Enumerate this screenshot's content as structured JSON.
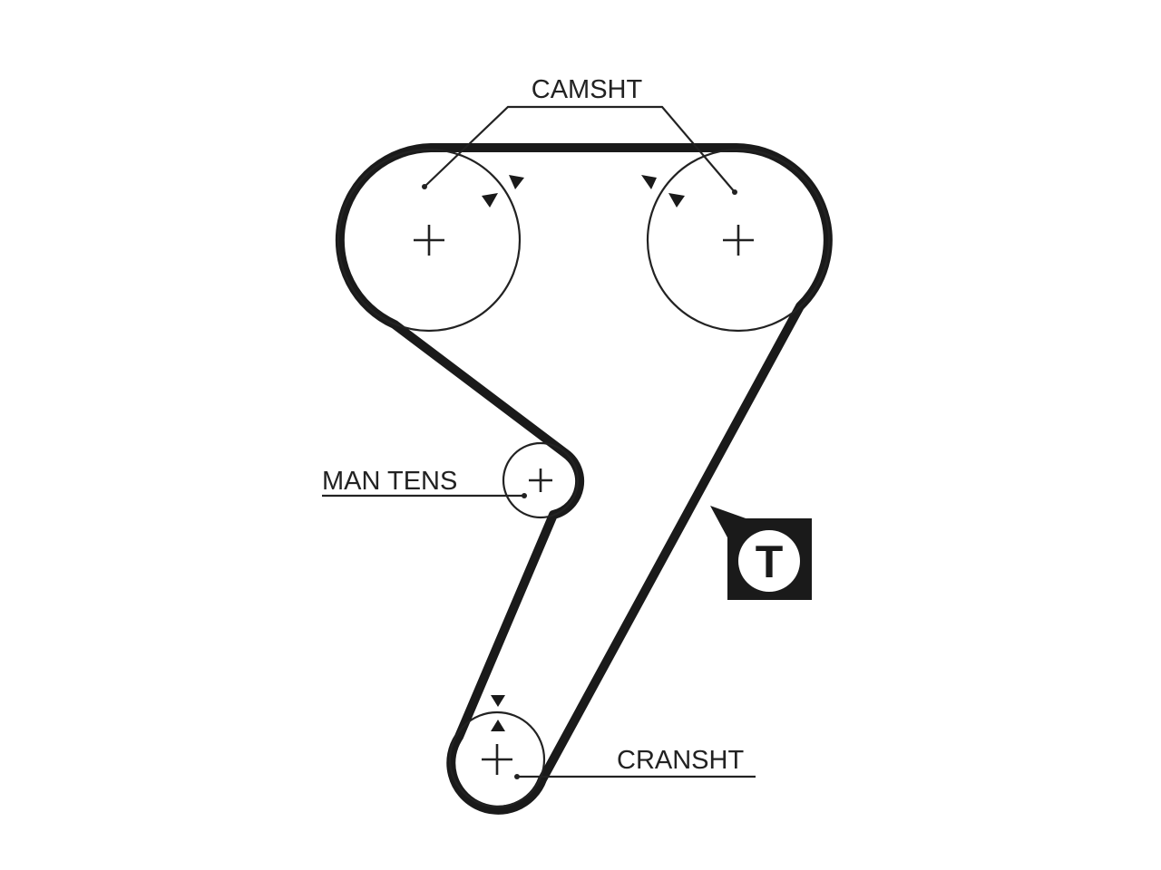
{
  "labels": {
    "camshaft": "CAMSHT",
    "manual_tensioner": "MAN TENS",
    "crankshaft": "CRANSHT",
    "tensioner_symbol": "T"
  },
  "colors": {
    "belt": "#1a1a1a",
    "line": "#222222",
    "background": "#ffffff"
  }
}
